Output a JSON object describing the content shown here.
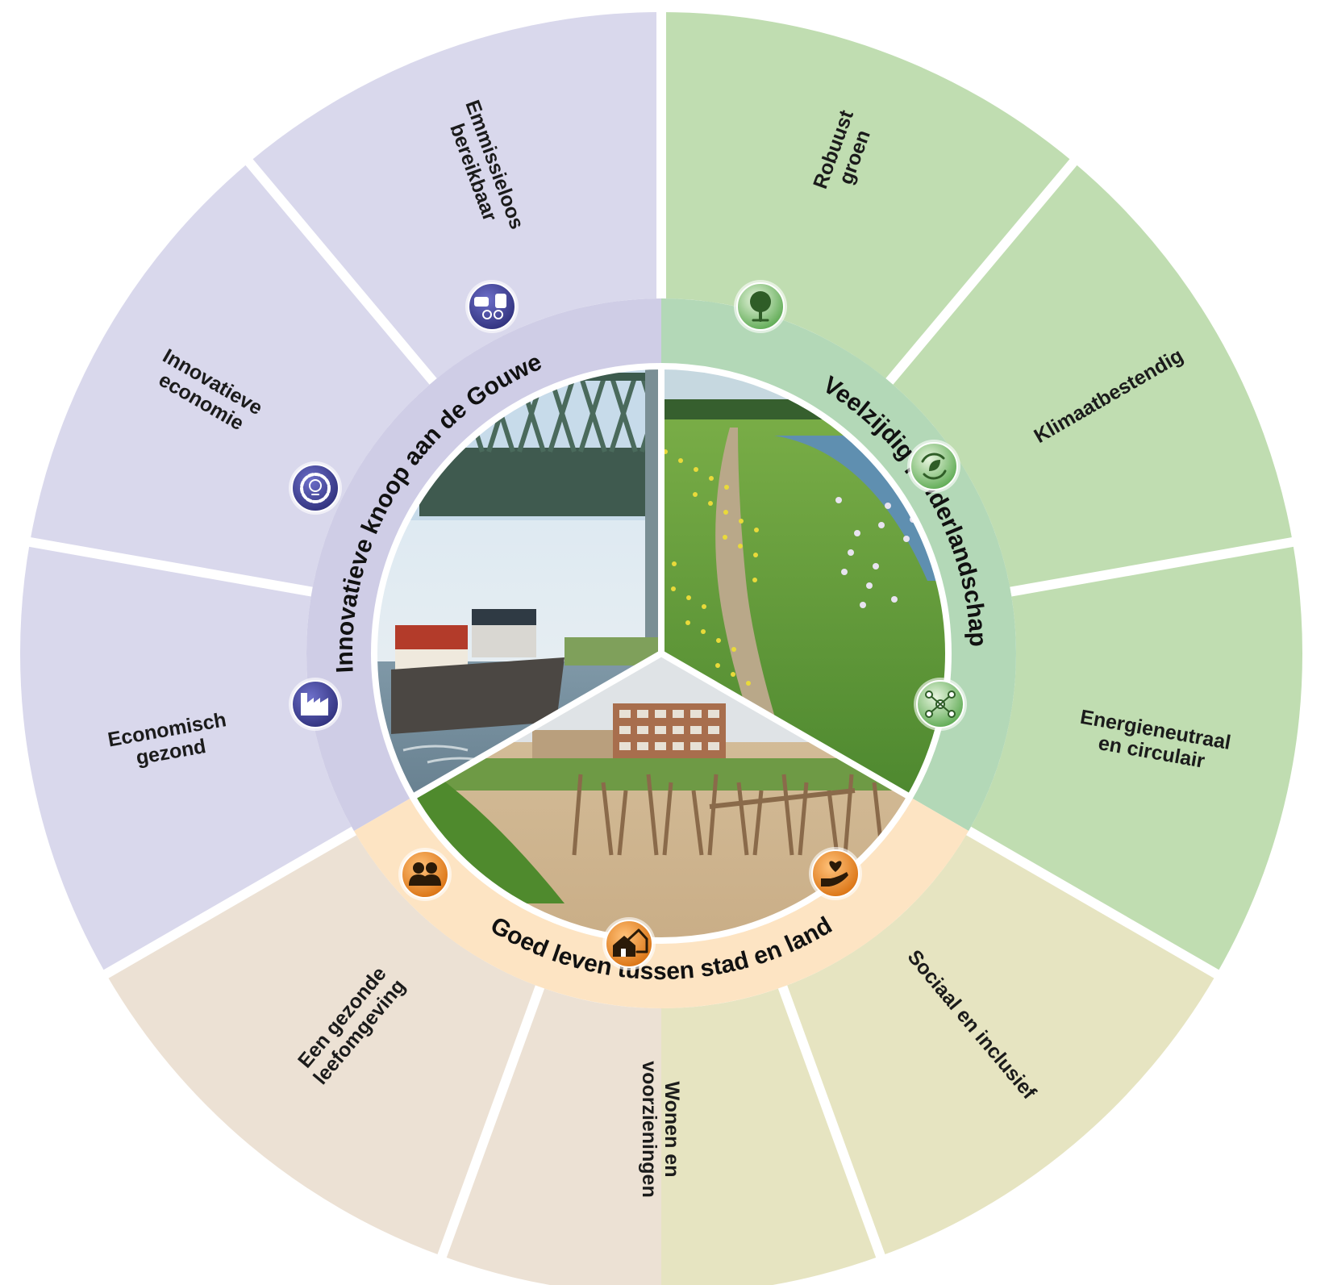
{
  "themes": [
    {
      "id": "gouwe",
      "title": "Innovatieve knoop aan de Gouwe"
    },
    {
      "id": "polder",
      "title": "Veelzijdig polderlandschap"
    },
    {
      "id": "leven",
      "title": "Goed leven tussen stad en land"
    }
  ],
  "segments": [
    {
      "label": "Robuust\ngroen",
      "icon": "tree-icon",
      "theme": "polder"
    },
    {
      "label": "Klimaatbestendig",
      "icon": "leaf-cycle-icon",
      "theme": "polder"
    },
    {
      "label": "Energieneutraal\nen circulair",
      "icon": "network-icon",
      "theme": "polder"
    },
    {
      "label": "Sociaal en inclusief",
      "icon": "hand-heart-icon",
      "theme": "leven"
    },
    {
      "label": "Wonen en\nvoorzieningen",
      "icon": "houses-icon",
      "theme": "leven"
    },
    {
      "label": "Een gezonde\nleefomgeving",
      "icon": "people-icon",
      "theme": "leven"
    },
    {
      "label": "Economisch\ngezond",
      "icon": "factory-icon",
      "theme": "gouwe"
    },
    {
      "label": "Innovatieve\neconomie",
      "icon": "lightbulb-gear-icon",
      "theme": "gouwe"
    },
    {
      "label": "Emmissieloos\nbereikbaar",
      "icon": "car-train-bike-icon",
      "theme": "gouwe"
    }
  ],
  "photos": [
    {
      "name": "photo-bridge-barge",
      "theme": "gouwe"
    },
    {
      "name": "photo-polder-path",
      "theme": "polder"
    },
    {
      "name": "photo-playground",
      "theme": "leven"
    }
  ],
  "colors": {
    "gouwe_outer": "#d9d8ec",
    "gouwe_ring": "#cfcde6",
    "gouwe_icon": "#3a3b8c",
    "polder_outer": "#c0ddb1",
    "polder_ring": "#b3d8b7",
    "polder_icon": "#4f9f4a",
    "leven_outer_left": "#ece1d4",
    "leven_outer_right": "#e6e4c1",
    "leven_ring": "#fde4c3",
    "leven_icon": "#ec8a1e"
  }
}
